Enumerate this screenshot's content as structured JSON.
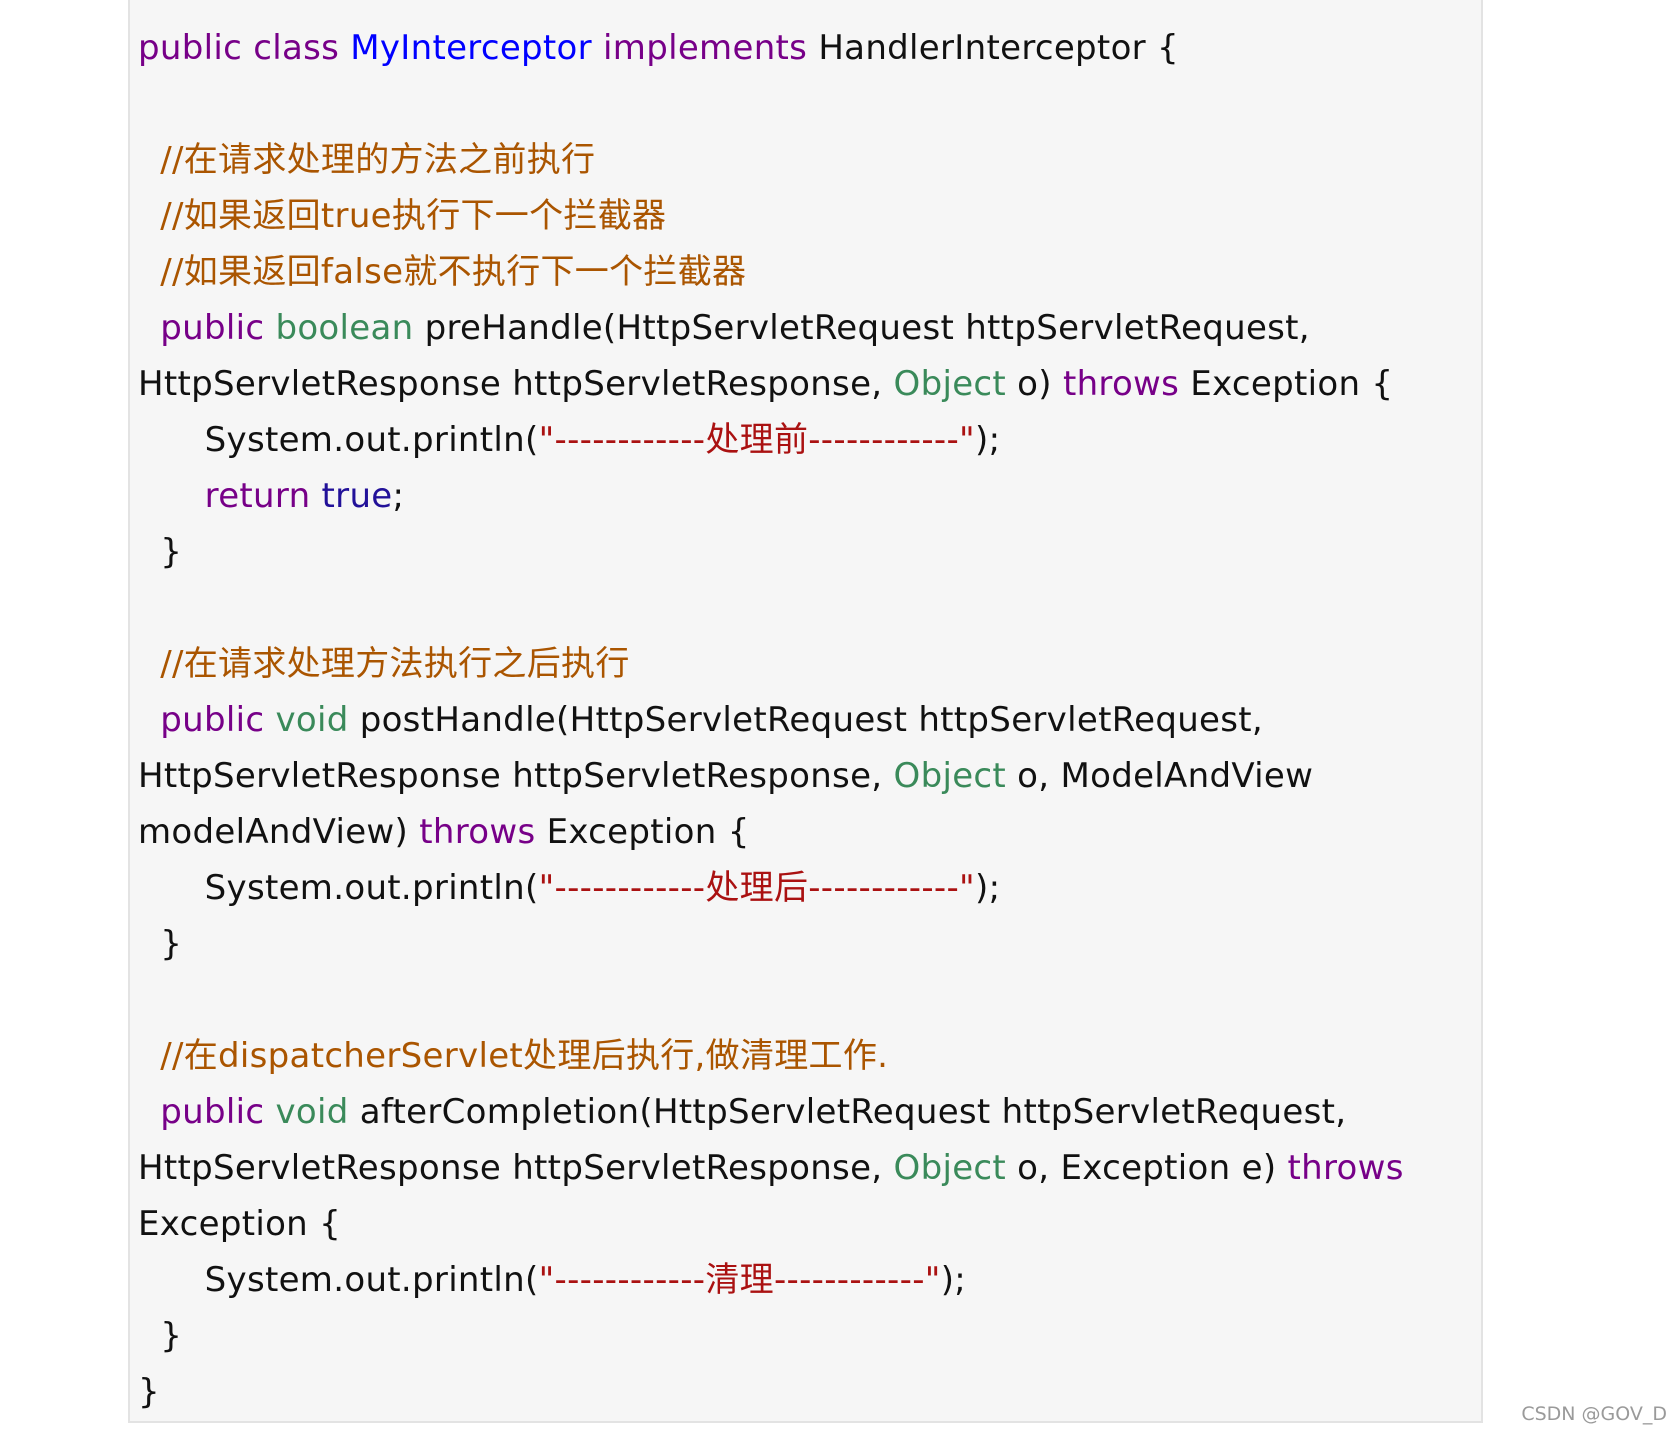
{
  "code_block": {
    "lines": [
      [
        [
          "kw",
          "public class "
        ],
        [
          "def",
          "MyInterceptor "
        ],
        [
          "kw",
          "implements "
        ],
        [
          "plain",
          "HandlerInterceptor {"
        ]
      ],
      [],
      [
        [
          "plain",
          "  "
        ],
        [
          "comment",
          "//在请求处理的方法之前执行"
        ]
      ],
      [
        [
          "plain",
          "  "
        ],
        [
          "comment",
          "//如果返回true执行下一个拦截器"
        ]
      ],
      [
        [
          "plain",
          "  "
        ],
        [
          "comment",
          "//如果返回false就不执行下一个拦截器"
        ]
      ],
      [
        [
          "plain",
          "  "
        ],
        [
          "kw",
          "public "
        ],
        [
          "type",
          "boolean "
        ],
        [
          "plain",
          "preHandle(HttpServletRequest httpServletRequest,"
        ]
      ],
      [
        [
          "plain",
          "HttpServletResponse httpServletResponse, "
        ],
        [
          "type",
          "Object "
        ],
        [
          "plain",
          "o) "
        ],
        [
          "kw",
          "throws "
        ],
        [
          "plain",
          "Exception {"
        ]
      ],
      [
        [
          "plain",
          "      System.out.println("
        ],
        [
          "string",
          "\"------------处理前------------\""
        ],
        [
          "plain",
          ");"
        ]
      ],
      [
        [
          "plain",
          "      "
        ],
        [
          "kw",
          "return "
        ],
        [
          "atom",
          "true"
        ],
        [
          "plain",
          ";"
        ]
      ],
      [
        [
          "plain",
          "  }"
        ]
      ],
      [],
      [
        [
          "plain",
          "  "
        ],
        [
          "comment",
          "//在请求处理方法执行之后执行"
        ]
      ],
      [
        [
          "plain",
          "  "
        ],
        [
          "kw",
          "public "
        ],
        [
          "type",
          "void "
        ],
        [
          "plain",
          "postHandle(HttpServletRequest httpServletRequest,"
        ]
      ],
      [
        [
          "plain",
          "HttpServletResponse httpServletResponse, "
        ],
        [
          "type",
          "Object "
        ],
        [
          "plain",
          "o, ModelAndView"
        ]
      ],
      [
        [
          "plain",
          "modelAndView) "
        ],
        [
          "kw",
          "throws "
        ],
        [
          "plain",
          "Exception {"
        ]
      ],
      [
        [
          "plain",
          "      System.out.println("
        ],
        [
          "string",
          "\"------------处理后------------\""
        ],
        [
          "plain",
          ");"
        ]
      ],
      [
        [
          "plain",
          "  }"
        ]
      ],
      [],
      [
        [
          "plain",
          "  "
        ],
        [
          "comment",
          "//在dispatcherServlet处理后执行,做清理工作."
        ]
      ],
      [
        [
          "plain",
          "  "
        ],
        [
          "kw",
          "public "
        ],
        [
          "type",
          "void "
        ],
        [
          "plain",
          "afterCompletion(HttpServletRequest httpServletRequest,"
        ]
      ],
      [
        [
          "plain",
          "HttpServletResponse httpServletResponse, "
        ],
        [
          "type",
          "Object "
        ],
        [
          "plain",
          "o, Exception e) "
        ],
        [
          "kw",
          "throws"
        ]
      ],
      [
        [
          "plain",
          "Exception {"
        ]
      ],
      [
        [
          "plain",
          "      System.out.println("
        ],
        [
          "string",
          "\"------------清理------------\""
        ],
        [
          "plain",
          ");"
        ]
      ],
      [
        [
          "plain",
          "  }"
        ]
      ],
      [
        [
          "plain",
          "}"
        ]
      ]
    ]
  },
  "watermark": "CSDN @GOV_D"
}
